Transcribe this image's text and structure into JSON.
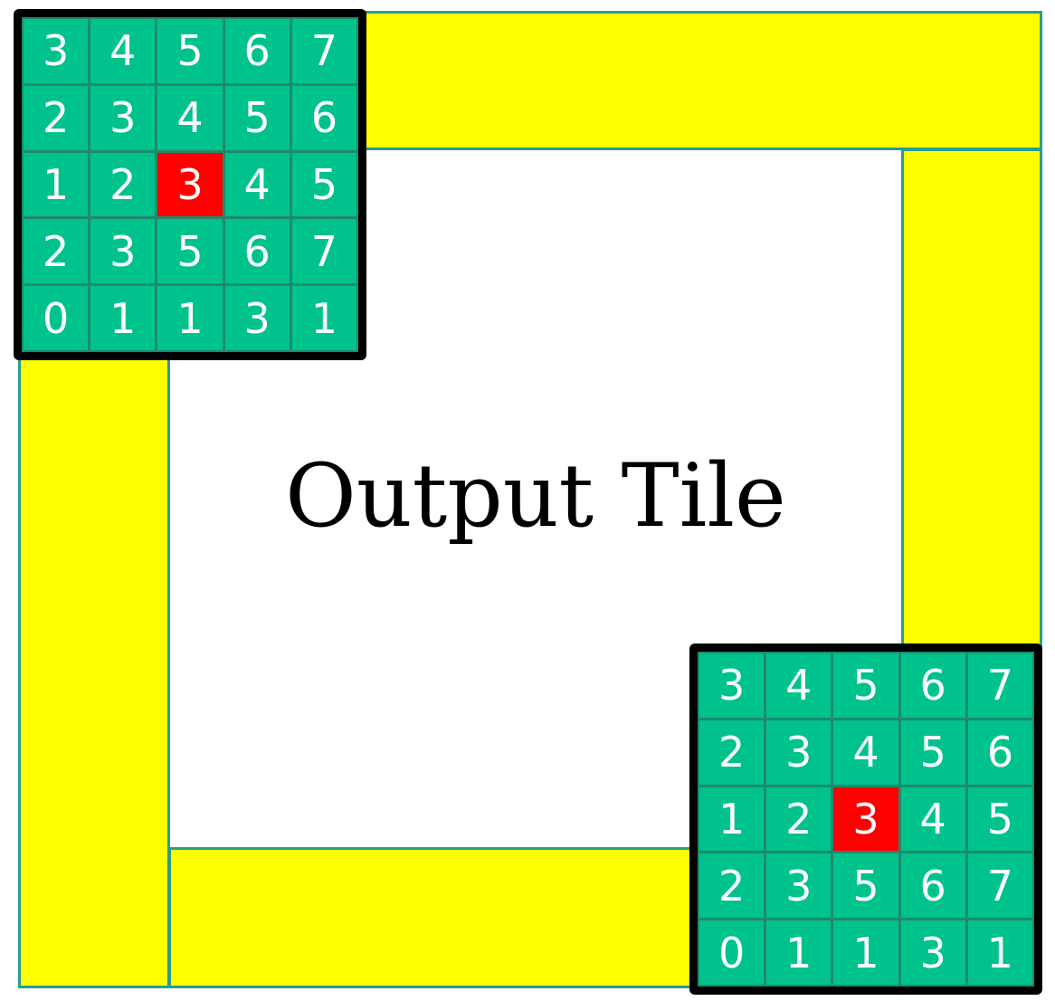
{
  "label": "Output Tile",
  "colors": {
    "halo": "#ffff00",
    "cell": "#00c28c",
    "highlight": "#ff0000",
    "outline": "#2a9d8f",
    "grid_border": "#000000"
  },
  "grids": [
    {
      "position": "top-left",
      "cells": [
        [
          "3",
          "4",
          "5",
          "6",
          "7"
        ],
        [
          "2",
          "3",
          "4",
          "5",
          "6"
        ],
        [
          "1",
          "2",
          "3",
          "4",
          "5"
        ],
        [
          "2",
          "3",
          "5",
          "6",
          "7"
        ],
        [
          "0",
          "1",
          "1",
          "3",
          "1"
        ]
      ],
      "highlight": {
        "row": 2,
        "col": 2
      }
    },
    {
      "position": "bottom-right",
      "cells": [
        [
          "3",
          "4",
          "5",
          "6",
          "7"
        ],
        [
          "2",
          "3",
          "4",
          "5",
          "6"
        ],
        [
          "1",
          "2",
          "3",
          "4",
          "5"
        ],
        [
          "2",
          "3",
          "5",
          "6",
          "7"
        ],
        [
          "0",
          "1",
          "1",
          "3",
          "1"
        ]
      ],
      "highlight": {
        "row": 2,
        "col": 2
      }
    }
  ]
}
